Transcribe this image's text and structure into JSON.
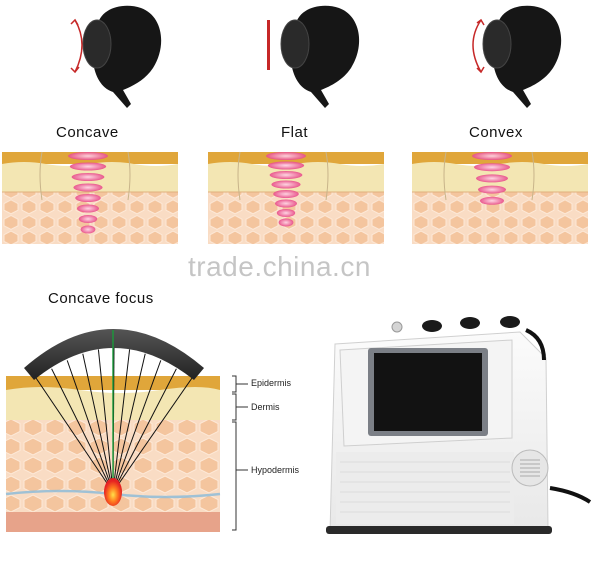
{
  "panels": [
    {
      "label": "Concave",
      "type": "concave"
    },
    {
      "label": "Flat",
      "type": "flat"
    },
    {
      "label": "Convex",
      "type": "convex"
    }
  ],
  "focus_title": "Concave focus",
  "layers": {
    "epidermis": "Epidermis",
    "dermis": "Dermis",
    "hypodermis": "Hypodermis"
  },
  "watermark": "trade.china.cn",
  "colors": {
    "skin_top": "#e0a63a",
    "dermis": "#f3e6b3",
    "fat": "#f7d9c2",
    "fat_cell": "#f2c39c",
    "muscle": "#e7a38a",
    "focus_pink": "#e84d8a",
    "handle": "#161616"
  }
}
